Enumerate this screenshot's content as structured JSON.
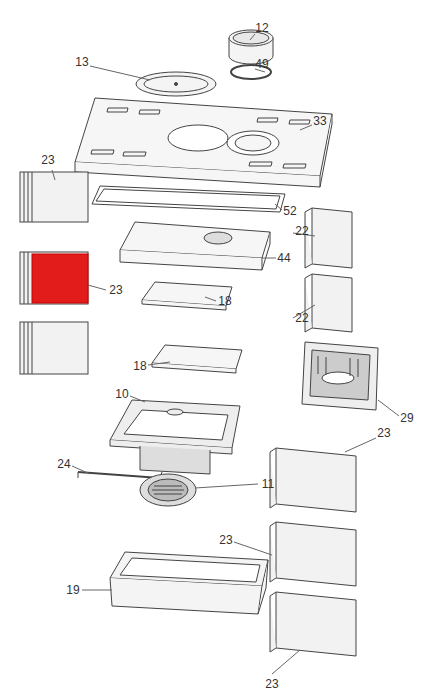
{
  "diagram": {
    "labels": [
      "12",
      "13",
      "49",
      "33",
      "23",
      "52",
      "22",
      "44",
      "23",
      "18",
      "22",
      "18",
      "29",
      "10",
      "23",
      "24",
      "11",
      "23",
      "19",
      "23"
    ]
  }
}
